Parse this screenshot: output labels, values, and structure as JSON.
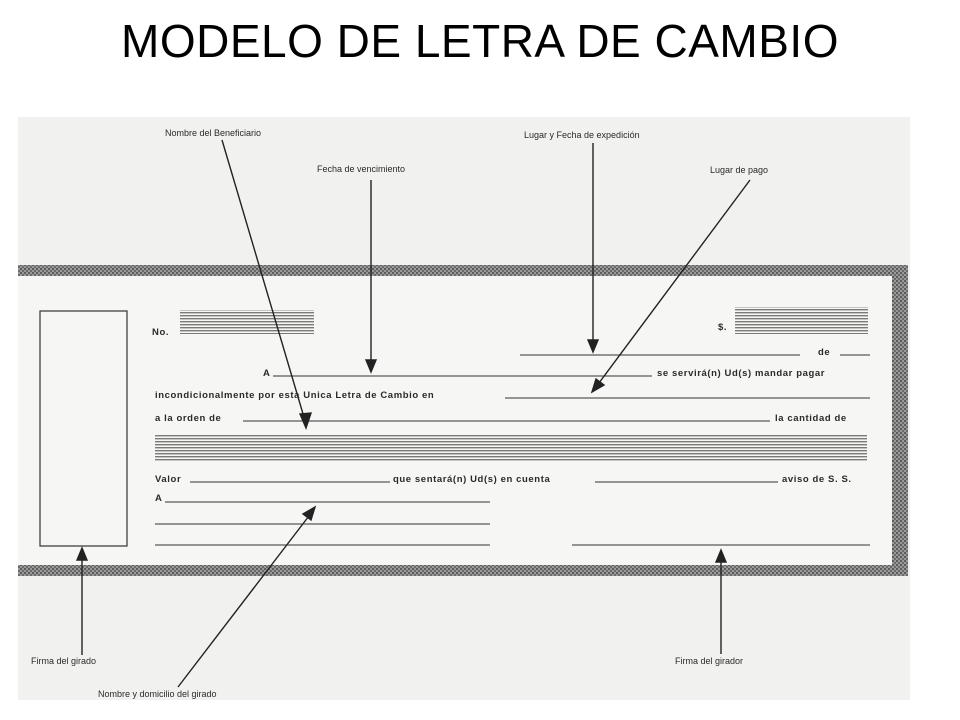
{
  "title": "MODELO DE LETRA DE CAMBIO",
  "colors": {
    "ink": "#2a2a2a",
    "paper": "#f1f1ef",
    "hatch": "#7a7a7a"
  },
  "callouts": {
    "beneficiario": "Nombre del Beneficiario",
    "vencimiento": "Fecha de vencimiento",
    "expedicion": "Lugar y Fecha de expedición",
    "lugar_pago": "Lugar de pago",
    "firma_girado": "Firma del girado",
    "domicilio_girado": "Nombre y domicilio del girado",
    "firma_girador": "Firma del girador"
  },
  "document": {
    "no_label": "No.",
    "amount_label": "$.",
    "de_label": "de",
    "a_label": "A",
    "serviran": "se servirá(n) Ud(s) mandar pagar",
    "incondicional": "incondicionalmente por esta Unica Letra de Cambio en",
    "orden": "a la orden de",
    "cantidad": "la cantidad de",
    "valor": "Valor",
    "sentara": "que sentará(n) Ud(s) en cuenta",
    "aviso": "aviso de S. S.",
    "a2_label": "A"
  }
}
